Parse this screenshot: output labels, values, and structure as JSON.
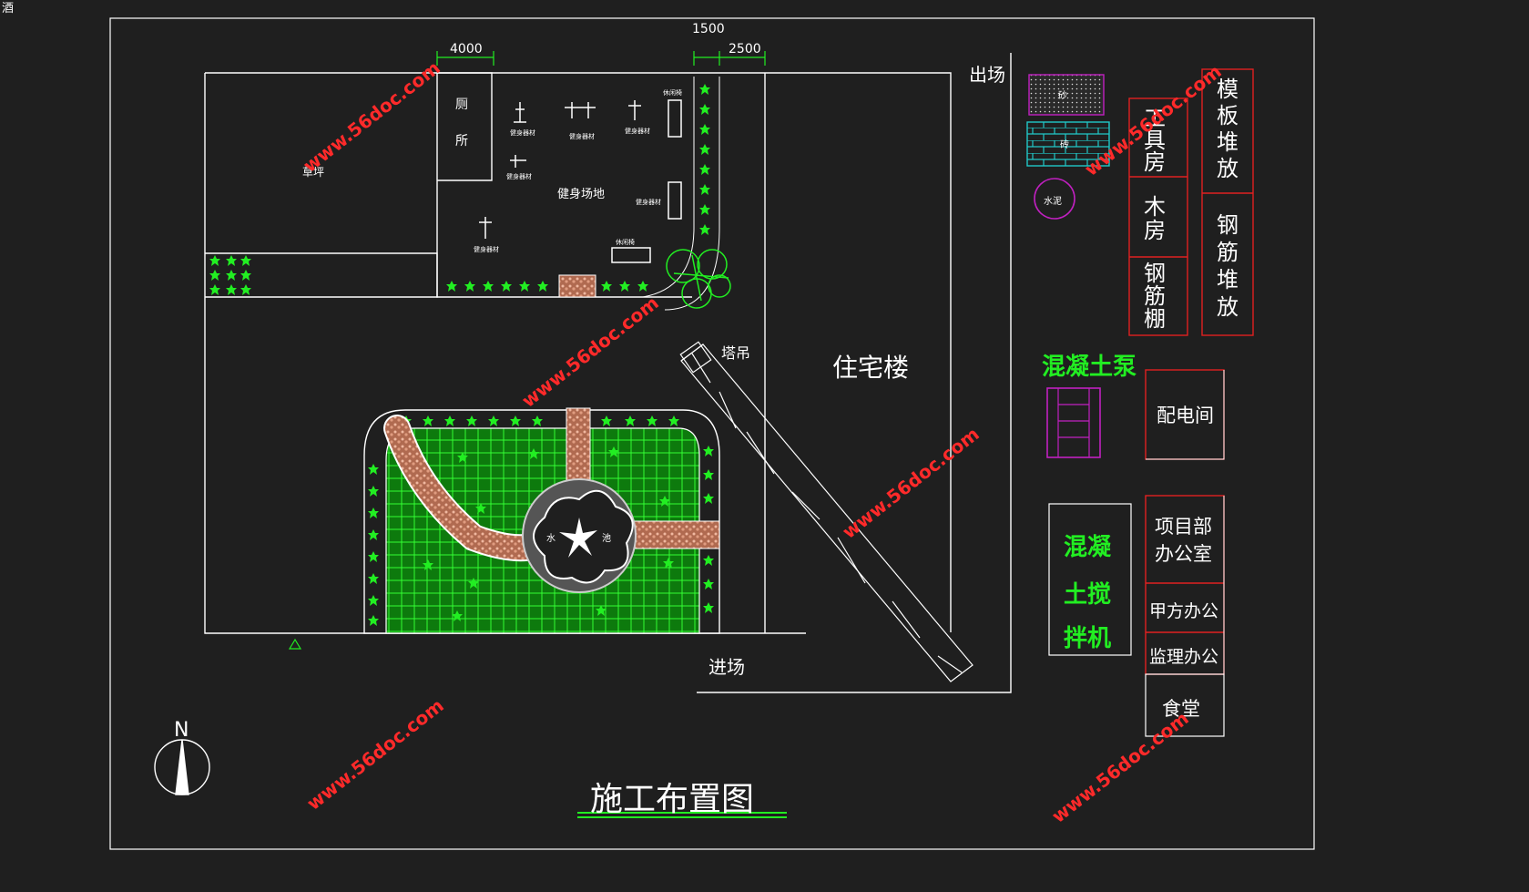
{
  "corner_glyph": "酒",
  "dimensions": {
    "d_1500": "1500",
    "d_4000": "4000",
    "d_2500": "2500"
  },
  "labels": {
    "exit": "出场",
    "entry": "进场",
    "residential": "住宅楼",
    "tower_crane": "塔吊",
    "toilet_1": "厕",
    "toilet_2": "所",
    "fitness": "健身场地",
    "lawn": "草坪",
    "pond_1": "水",
    "pond_2": "池",
    "north": "N",
    "title": "施工布置图"
  },
  "equipment_labels": [
    "健身器材",
    "健身器材",
    "健身器材",
    "健身器材",
    "健身器材",
    "休闲椅",
    "健身器材",
    "休闲椅"
  ],
  "facilities": {
    "sand": "砂",
    "brick": "砖",
    "water": "水泥",
    "tool_room": "工具房",
    "wood_room": "木房",
    "rebar_shed": "钢筋棚",
    "formwork_yard": "模板堆放",
    "rebar_yard": "钢筋堆放",
    "concrete_pump": "混凝土泵",
    "power_room": "配电间",
    "mixer_1": "混凝",
    "mixer_2": "土搅",
    "mixer_3": "拌机",
    "project_office_1": "项目部",
    "project_office_2": "办公室",
    "owner_office": "甲方办公",
    "supervisor_office": "监理办公",
    "canteen": "食堂"
  },
  "watermark": "www.56doc.com",
  "colors": {
    "background": "#1f1f1f",
    "line": "#ffffff",
    "green": "#22ee22",
    "red": "#e02020",
    "magenta": "#c020c0",
    "cyan": "#20c8c8",
    "path": "#e8a890"
  }
}
